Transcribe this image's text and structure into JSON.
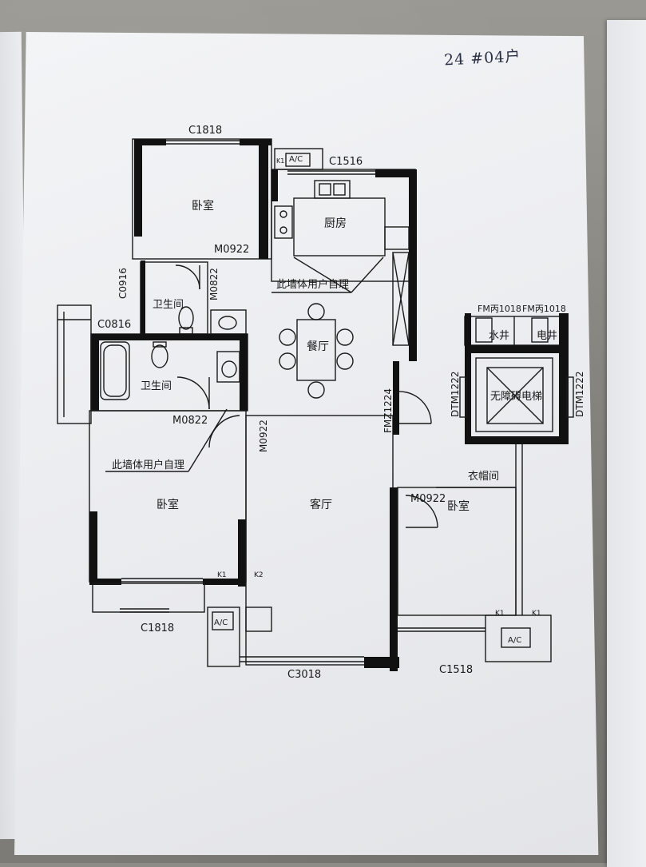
{
  "sheet": {
    "handwritten_note": "24 #04户"
  },
  "rooms": {
    "bedroom_top": "卧室",
    "kitchen": "厨房",
    "bath_upper": "卫生间",
    "bath_lower": "卫生间",
    "dining": "餐厅",
    "living": "客厅",
    "bedroom_left": "卧室",
    "bedroom_right": "卧室",
    "closet": "衣帽间",
    "water_shaft": "水井",
    "elec_shaft": "电井",
    "elevator": "无障碍电梯"
  },
  "notes": {
    "self_wall_1": "此墙体用户自理",
    "self_wall_2": "此墙体用户自理"
  },
  "codes": {
    "c1818_top": "C1818",
    "c1516": "C1516",
    "m0922_bed": "M0922",
    "m0822_bath": "M0822",
    "c0916": "C0916",
    "c0816": "C0816",
    "m0822_lower": "M0822",
    "m0922_living": "M0922",
    "fmz1224": "FMZ1224",
    "fm1018_a": "FM丙1018",
    "fm1018_b": "FM丙1018",
    "dtm1222_a": "DTM1222",
    "dtm1222_b": "DTM1222",
    "m0922_right": "M0922",
    "c1818_bottom": "C1818",
    "c3018": "C3018",
    "c1518": "C1518"
  },
  "equipment": {
    "ac": "A/C",
    "k1": "K1",
    "k2": "K2"
  }
}
